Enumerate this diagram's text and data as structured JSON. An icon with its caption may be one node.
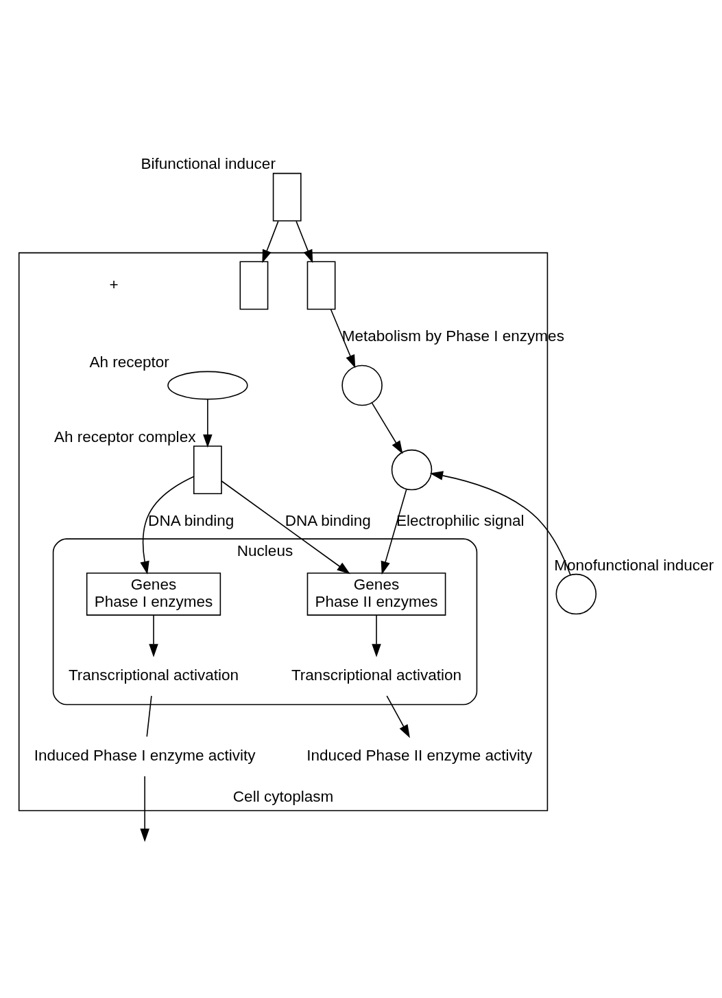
{
  "diagram": {
    "nodes": [
      {
        "text": [
          "Cell cytoplasm"
        ]
      },
      {
        "text": [],
        "shape": "box",
        "beside": [
          "Bifunctional inducer"
        ]
      },
      {
        "text": [],
        "shape": "box",
        "in": 0
      },
      {
        "text": [],
        "shape": "box",
        "in": 0
      },
      {
        "text": [],
        "shape": "circle",
        "in": 0
      },
      {
        "text": [],
        "shape": "ellipse",
        "in": 0,
        "beside": [
          "Ah receptor"
        ]
      },
      {
        "text": [],
        "shape": "box",
        "in": 0,
        "beside": [
          "Ah receptor complex"
        ]
      },
      {
        "text": [
          "Nucleus"
        ],
        "in": 0
      },
      {
        "text": [
          "Genes",
          "Phase I enzymes"
        ],
        "in": 7
      },
      {
        "text": [
          "Transcriptional activation"
        ],
        "in": 7
      },
      {
        "text": [
          "Induced Phase I enzyme activity"
        ],
        "in": 0
      },
      {
        "text": [
          "Genes",
          "Phase II enzymes"
        ],
        "in": 7
      },
      {
        "text": [
          "Transcriptional activation"
        ],
        "in": 7
      },
      {
        "text": [
          "Induced Phase II enzyme activity"
        ],
        "in": 0
      },
      {
        "text": [],
        "shape": "circle",
        "in": 0
      },
      {
        "text": [],
        "shape": "circle",
        "beside": [
          "Monofunctional inducer"
        ]
      }
    ],
    "edges": [
      {
        "from": 1,
        "to": 2,
        "arrow": "to"
      },
      {
        "from": 1,
        "to": 3,
        "arrow": "to"
      },
      {
        "from": 3,
        "to": 4,
        "arrow": "to",
        "label": "Metabolism by Phase I enzymes"
      },
      {
        "from": 5,
        "to": 6,
        "arrow": "to"
      },
      {
        "from": 6,
        "to": 8,
        "arrow": "to",
        "label": "DNA binding"
      },
      {
        "from": 6,
        "to": 11,
        "arrow": "to",
        "label": "DNA binding"
      },
      {
        "from": 8,
        "to": 9,
        "arrow": "to"
      },
      {
        "from": 9,
        "to": 10,
        "arrow": "none"
      },
      {
        "from": 10,
        "to": null,
        "arrow": "to"
      },
      {
        "from": 4,
        "to": 14,
        "arrow": "to"
      },
      {
        "from": 15,
        "to": 14,
        "arrow": "to"
      },
      {
        "from": 14,
        "to": 11,
        "arrow": "to",
        "label": "Electrophilic signal"
      },
      {
        "from": 11,
        "to": 12,
        "arrow": "to"
      },
      {
        "from": 12,
        "to": 13,
        "arrow": "to"
      }
    ],
    "labels": [
      "+"
    ]
  }
}
